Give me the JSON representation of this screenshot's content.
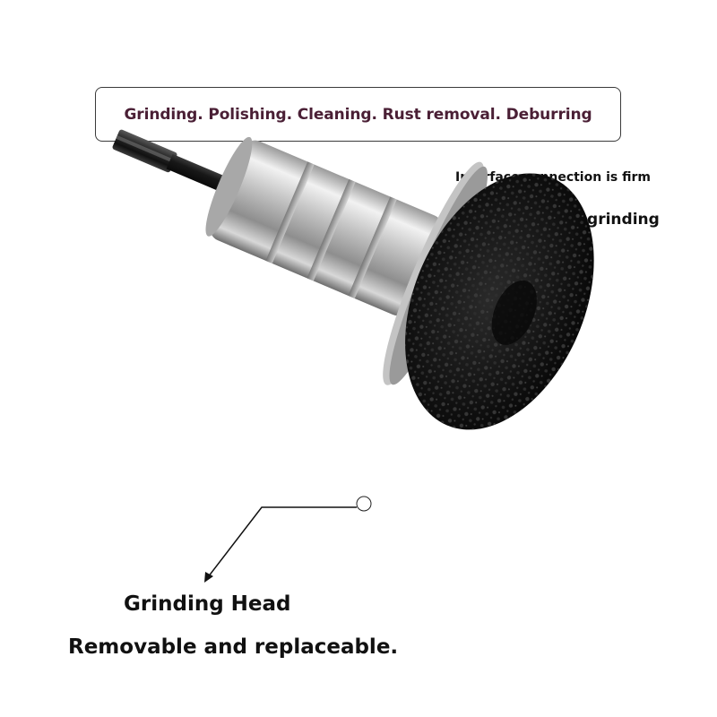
{
  "banner": {
    "text": "Grinding. Polishing. Cleaning. Rust removal. Deburring",
    "text_color": "#4a1f35"
  },
  "features": {
    "line1": "Interface connection is firm",
    "line2": "Ensures stable grinding"
  },
  "caption": {
    "title": "Grinding Head",
    "subtitle": "Removable and replaceable."
  },
  "product": {
    "subject": "silver-shank-with-black-abrasive-grinding-disc",
    "shaft_color": "#222222",
    "body_color": "#c8c8c8",
    "disc_color": "#161616"
  }
}
